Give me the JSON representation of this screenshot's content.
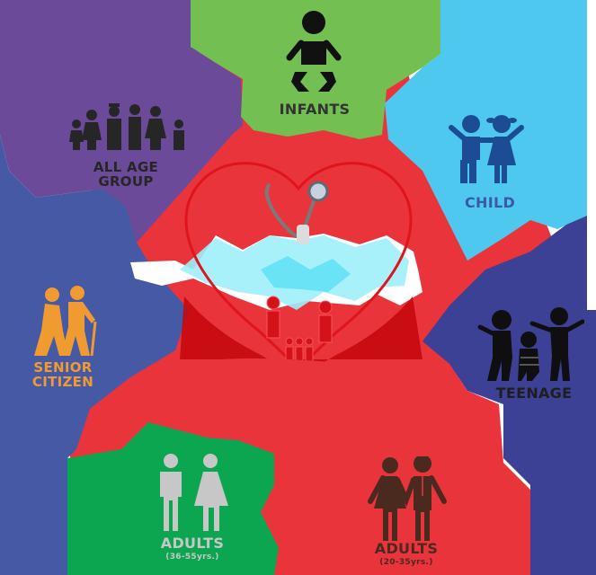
{
  "diagram": {
    "center": {
      "icon": "heart-stethoscope-family-icon",
      "banner_text": ""
    },
    "segments": [
      {
        "id": "infants",
        "label": "INFANTS",
        "sub": "",
        "icon": "baby-icon",
        "bg": "#73bf52",
        "fg": "#333333"
      },
      {
        "id": "child",
        "label": "CHILD",
        "sub": "",
        "icon": "children-icon",
        "bg": "#4fc8f0",
        "fg": "#3a59a8"
      },
      {
        "id": "teenage",
        "label": "TEENAGE",
        "sub": "",
        "icon": "teenagers-icon",
        "bg": "#3d4196",
        "fg": "#1e1e1e"
      },
      {
        "id": "adults-young",
        "label": "ADULTS",
        "sub": "(20-35yrs.)",
        "icon": "couple-icon",
        "bg": "#ea343b",
        "fg": "#4a2a1e"
      },
      {
        "id": "adults-mid",
        "label": "ADULTS",
        "sub": "(36-55yrs.)",
        "icon": "man-woman-icon",
        "bg": "#0ca650",
        "fg": "#c7c7c7"
      },
      {
        "id": "senior",
        "label": "SENIOR CITIZEN",
        "line1": "SENIOR",
        "line2": "CITIZEN",
        "sub": "",
        "icon": "elderly-couple-icon",
        "bg": "#4659a5",
        "fg": "#f09a32"
      },
      {
        "id": "all-age",
        "label": "ALL AGE GROUP",
        "line1": "ALL AGE",
        "line2": "GROUP",
        "sub": "",
        "icon": "family-icon",
        "bg": "#6c4a9a",
        "fg": "#262626"
      }
    ],
    "colors": {
      "connector_red": "#ea343b",
      "heart_red": "#c4060d",
      "ecg_cyan": "#6fe4f6"
    }
  }
}
